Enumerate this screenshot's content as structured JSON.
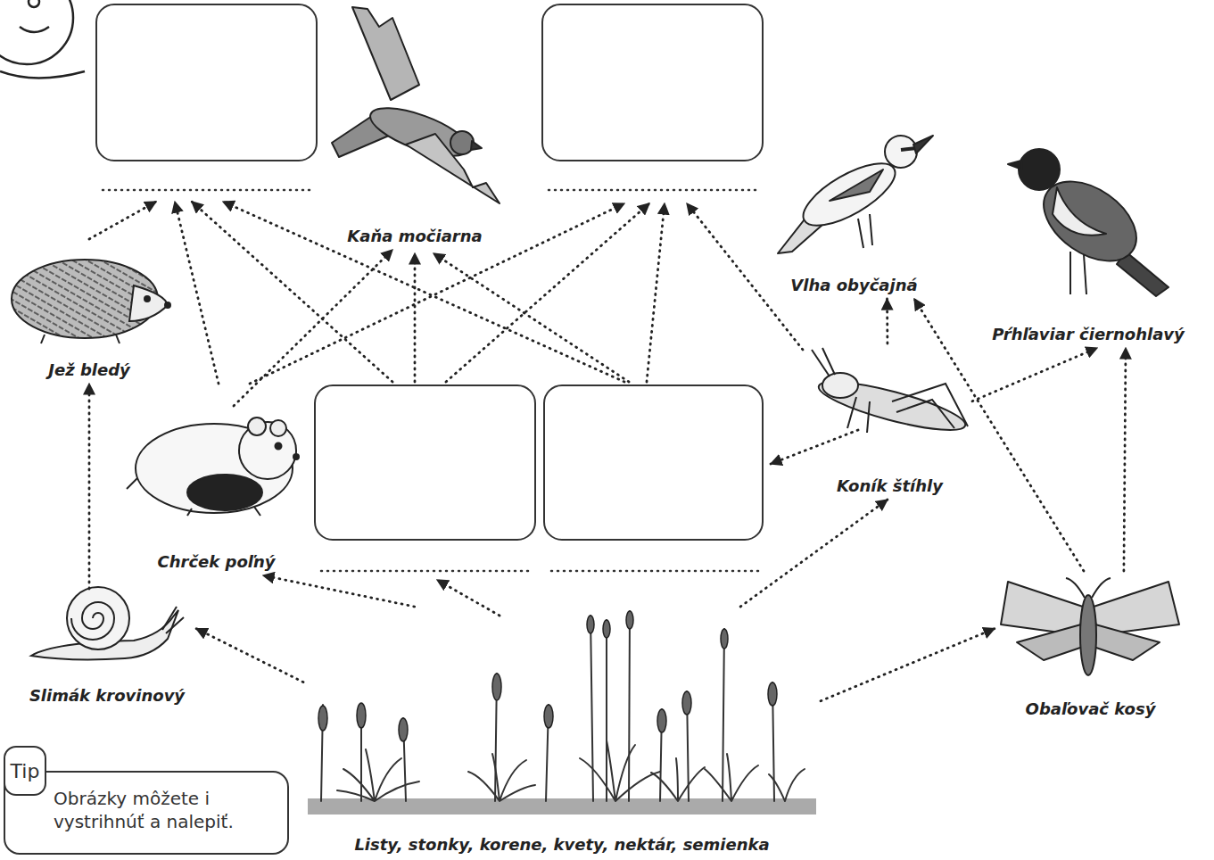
{
  "diagram": {
    "nodes": [
      {
        "text": [
          "Kaňa močiarna"
        ]
      },
      {
        "text": [
          "Vlha obyčajná"
        ]
      },
      {
        "text": [
          "Pŕhľaviar čiernohlavý"
        ]
      },
      {
        "text": [
          "Jež bledý"
        ]
      },
      {
        "text": [
          "Koník štíhly"
        ]
      },
      {
        "text": [
          "Chrček poľný"
        ]
      },
      {
        "text": [
          "Slimák krovinový"
        ]
      },
      {
        "text": [
          "Obaľovač kosý"
        ]
      },
      {
        "text": [
          "Listy, stonky, korene, kvety, nektár, semienka"
        ]
      },
      {
        "text": [
          "Tip",
          "Obrázky môžete i vystrihnúť a nalepiť."
        ]
      }
    ],
    "edges": [
      {
        "from": 8,
        "to": 6,
        "arrow": "to"
      },
      {
        "from": 8,
        "to": 5,
        "arrow": "to"
      },
      {
        "from": 8,
        "to": 4,
        "arrow": "to"
      },
      {
        "from": 8,
        "to": 7,
        "arrow": "to"
      },
      {
        "from": 6,
        "to": 3,
        "arrow": "to"
      },
      {
        "from": 5,
        "to": 0,
        "arrow": "to"
      },
      {
        "from": 4,
        "to": 1,
        "arrow": "to"
      },
      {
        "from": 4,
        "to": 2,
        "arrow": "to"
      },
      {
        "from": 7,
        "to": 1,
        "arrow": "to"
      },
      {
        "from": 7,
        "to": 2,
        "arrow": "to"
      }
    ]
  }
}
